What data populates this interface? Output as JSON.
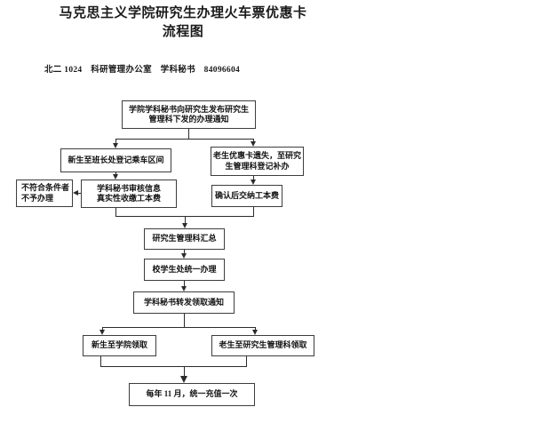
{
  "document": {
    "title_line1": "马克思主义学院研究生办理火车票优惠卡",
    "title_line2": "流程图",
    "office_info": "北二 1024　科研管理办公室　学科秘书　84096604"
  },
  "flowchart": {
    "nodes": {
      "issue_notice": "学院学科秘书向研究生发布研究生\n管理科下发的办理通知",
      "new_student_register": "新生至班长处登记乘车区间",
      "old_student_reissue": "老生优惠卡遗失，至研究\n生管理科登记补办",
      "secretary_verify": "学科秘书审核信息\n真实性收缴工本费",
      "reject": "不符合条件者\n不予办理",
      "confirm_pay": "确认后交纳工本费",
      "management_summary": "研究生管理科汇总",
      "student_affairs": "校学生处统一办理",
      "forward_notice": "学科秘书转发领取通知",
      "new_student_pickup": "新生至学院领取",
      "old_student_pickup": "老生至研究生管理科领取",
      "annual_recharge": "每年 11 月，统一充值一次"
    }
  }
}
